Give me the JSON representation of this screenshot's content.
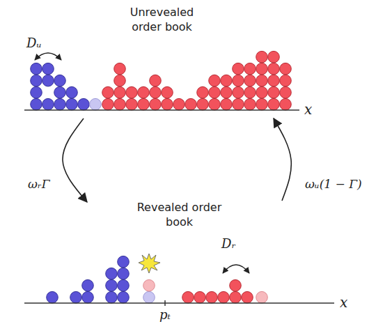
{
  "diagram": {
    "nodes": [
      {
        "text": [
          "Unrevealed order book"
        ]
      },
      {
        "text": [
          "Revealed order book"
        ]
      }
    ],
    "edges": [
      {
        "from": 0,
        "to": 1,
        "label": "ωᵣΓ",
        "arrow": "to"
      },
      {
        "from": 1,
        "to": 0,
        "label": "ωᵤ(1 − Γ)",
        "arrow": "to"
      }
    ],
    "labels": [
      "Dᵤ",
      "x",
      "Dᵣ",
      "pₜ",
      "x"
    ]
  }
}
